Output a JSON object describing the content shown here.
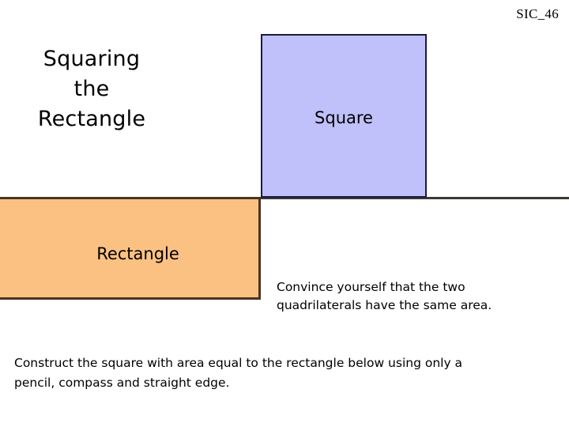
{
  "slide": {
    "header_code": "SIC_46",
    "title": {
      "line1": "Squaring",
      "line2": "the",
      "line3": "Rectangle"
    },
    "shapes": {
      "square": {
        "label": "Square",
        "fill_color": "#c0c0fa",
        "border_color": "#1b1b3d"
      },
      "rectangle": {
        "label": "Rectangle",
        "fill_color": "#fbc182",
        "border_color": "#4a3422"
      },
      "baseline_rule_color": "#3b3b33"
    },
    "convince_caption": {
      "line1": "Convince yourself that the two",
      "line2": "quadrilaterals have the same area."
    },
    "instruction": {
      "line1": "Construct the square with area equal to the rectangle below using only a",
      "line2": "pencil, compass and straight edge."
    }
  }
}
